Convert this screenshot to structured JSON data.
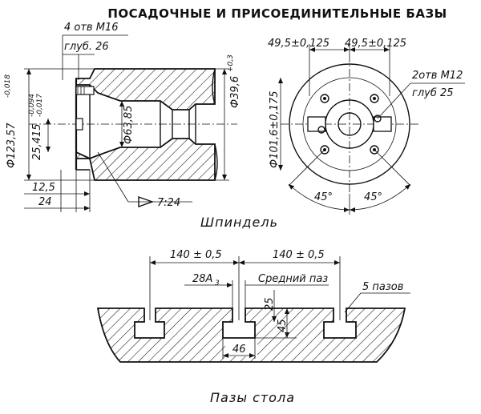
{
  "title": "ПОСАДОЧНЫЕ И ПРИСОЕДИНИТЕЛЬНЫЕ БАЗЫ",
  "spindle": {
    "caption": "Шпиндель",
    "holes_label": "4 отв М16",
    "holes_depth": "глуб. 26",
    "dia_outer": "Ф123,57",
    "dia_outer_tol": "-0,018",
    "dia_pilot": "25,415",
    "dia_pilot_tol_upper": "-0,094",
    "dia_pilot_tol_lower": "-0,017",
    "dia_bore": "Ф63,85",
    "dia_shank": "Ф39,6",
    "dia_shank_tol": "+0,3",
    "dim_12_5": "12,5",
    "dim_24": "24",
    "taper": "7:24"
  },
  "flange": {
    "dim_left": "49,5±0,125",
    "dim_right": "49,5±0,125",
    "holes_label": "2отв М12",
    "holes_depth": "глуб 25",
    "dia_bolt_circle": "Ф101,6±0,175",
    "angle_left": "45°",
    "angle_right": "45°"
  },
  "table": {
    "caption": "Пазы стола",
    "pitch_left": "140 ± 0,5",
    "pitch_right": "140 ± 0,5",
    "slot_width": "28А",
    "slot_width_sub": "3",
    "center_slot": "Средний паз",
    "slot_count": "5 пазов",
    "depth_upper": "25",
    "depth_total": "45",
    "slot_bottom_width": "46"
  }
}
